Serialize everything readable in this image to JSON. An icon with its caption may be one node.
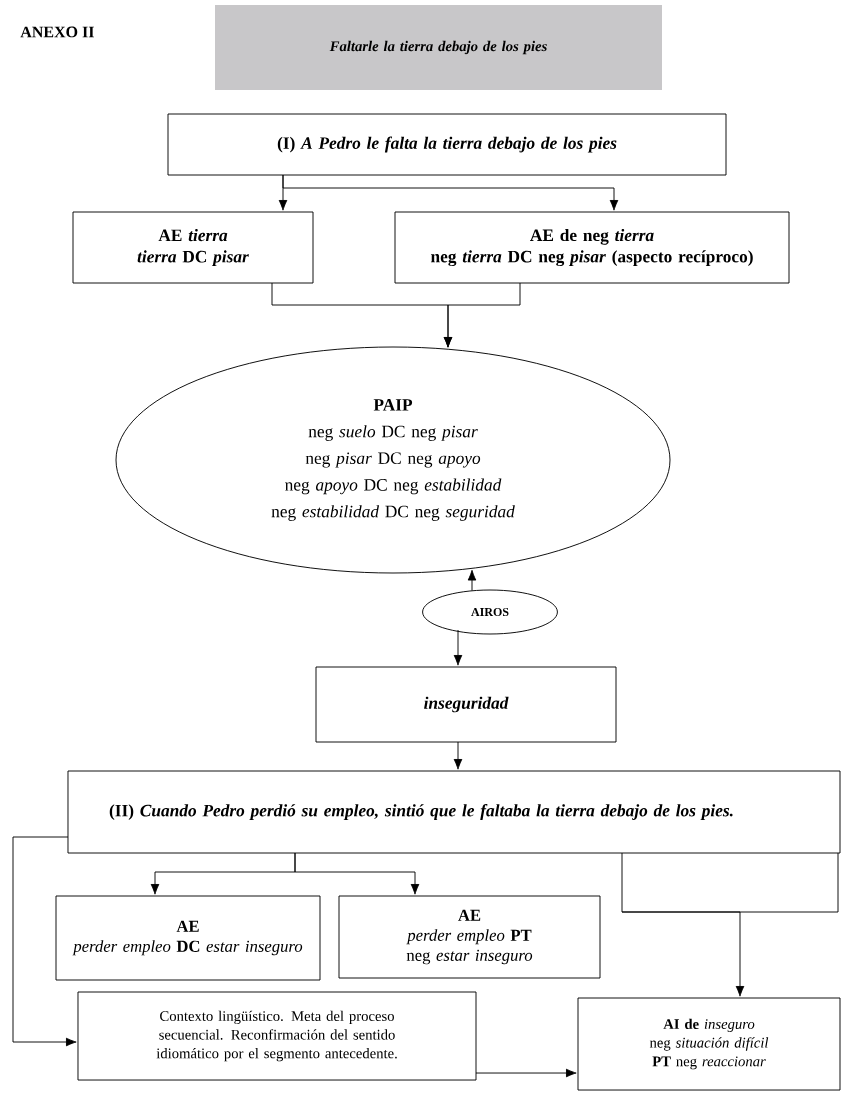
{
  "diagram": {
    "nodes": [
      {
        "text": [
          "Faltarle la tierra debajo de los pies"
        ]
      },
      {
        "text": [
          "(I) *A Pedro le falta la tierra debajo de los pies*"
        ]
      },
      {
        "text": [
          "AE *tierra*",
          "*tierra* DC *pisar*"
        ]
      },
      {
        "text": [
          "AE de neg *tierra*",
          "neg *tierra* DC neg *pisar* (aspecto recíproco)"
        ]
      },
      {
        "text": [
          "PAIP",
          "neg *suelo* DC neg *pisar*",
          "neg *pisar* DC neg *apoyo*",
          "neg *apoyo* DC neg *estabilidad*",
          "neg *estabilidad* DC neg *seguridad*"
        ]
      },
      {
        "text": [
          "AIROS"
        ]
      },
      {
        "text": [
          "inseguridad"
        ]
      },
      {
        "text": [
          "(II) *Cuando Pedro perdió su empleo, sintió que le faltaba la tierra debajo de los pies.*"
        ]
      },
      {
        "text": [
          "AE",
          "*perder empleo* **DC** *estar inseguro*"
        ]
      },
      {
        "text": [
          "AE",
          "*perder empleo* **PT** neg *estar inseguro*"
        ]
      },
      {
        "text": [
          "Contexto lingüístico. Meta del proceso secuencial. Reconfirmación del sentido idiomático por el segmento antecedente."
        ]
      },
      {
        "text": [
          "**AI de** *inseguro*",
          "neg *situación difícil* **PT** neg *reaccionar*"
        ]
      }
    ],
    "edges": [
      {
        "from": 1,
        "to": 2,
        "arrow": "to"
      },
      {
        "from": 1,
        "to": 3,
        "arrow": "to"
      },
      {
        "from": 2,
        "to": 4,
        "arrow": "to"
      },
      {
        "from": 3,
        "to": 4,
        "arrow": "to"
      },
      {
        "from": 5,
        "to": 4,
        "arrow": "to"
      },
      {
        "from": 5,
        "to": 6,
        "arrow": "to"
      },
      {
        "from": 6,
        "to": 7,
        "arrow": "to"
      },
      {
        "from": 7,
        "to": 8,
        "arrow": "to"
      },
      {
        "from": 7,
        "to": 9,
        "arrow": "to"
      },
      {
        "from": 7,
        "to": 10,
        "arrow": "to"
      },
      {
        "from": 7,
        "to": 11,
        "arrow": "to"
      },
      {
        "from": 10,
        "to": 11,
        "arrow": "to"
      }
    ],
    "labels": [
      "ANEXO II"
    ]
  }
}
